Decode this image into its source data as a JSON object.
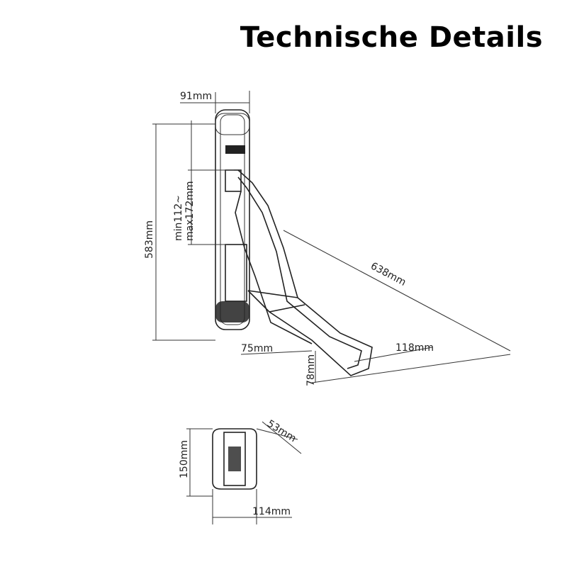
{
  "header": {
    "title": "Technische Details"
  },
  "dimensions": {
    "width_top": "91mm",
    "height_total": "583mm",
    "adjust_min": "min112~",
    "adjust_max": "max172mm",
    "arm_length": "638mm",
    "hook_depth": "75mm",
    "hook_width": "118mm",
    "hook_height": "78mm",
    "bracket_depth": "53mm",
    "bracket_height": "150mm",
    "bracket_width": "114mm"
  }
}
